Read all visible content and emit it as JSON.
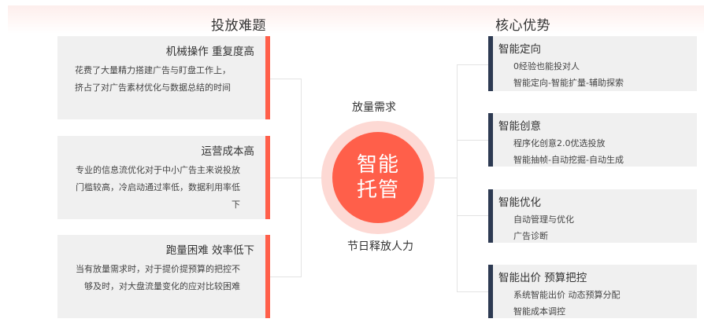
{
  "colors": {
    "accent_red": "#ff5f4a",
    "accent_pink": "#fdd9d4",
    "accent_navy": "#2d3a52",
    "card_bg": "#f0f0f0",
    "connector": "#e3e3e3"
  },
  "left": {
    "title": "投放难题",
    "cards": [
      {
        "title": "机械操作 重复度高",
        "lines": [
          "花费了大量精力搭建广告与盯盘工作上，",
          "挤占了对广告素材优化与数据总结的时间"
        ]
      },
      {
        "title": "运营成本高",
        "lines": [
          "专业的信息流优化对于中小广告主来说投放",
          "门槛较高，冷启动通过率低，数据利用率低",
          "下"
        ]
      },
      {
        "title": "跑量困难 效率低下",
        "lines": [
          "当有放量需求时，对于提价提预算的把控不",
          "够及时，对大盘流量变化的应对比较困难"
        ]
      }
    ]
  },
  "center": {
    "top_label": "放量需求",
    "circle_line1": "智能",
    "circle_line2": "托管",
    "bottom_label": "节日释放人力"
  },
  "right": {
    "title": "核心优势",
    "cards": [
      {
        "title": "智能定向",
        "items": [
          "0经验也能投对人",
          "智能定向-智能扩量-辅助探索"
        ]
      },
      {
        "title": "智能创意",
        "items": [
          "程序化创意2.0优选投放",
          "智能抽帧-自动挖掘-自动生成"
        ]
      },
      {
        "title": "智能优化",
        "items": [
          "自动管理与优化",
          "广告诊断"
        ]
      },
      {
        "title": "智能出价 预算把控",
        "items": [
          "系统智能出价 动态预算分配",
          "智能成本调控"
        ]
      }
    ]
  }
}
